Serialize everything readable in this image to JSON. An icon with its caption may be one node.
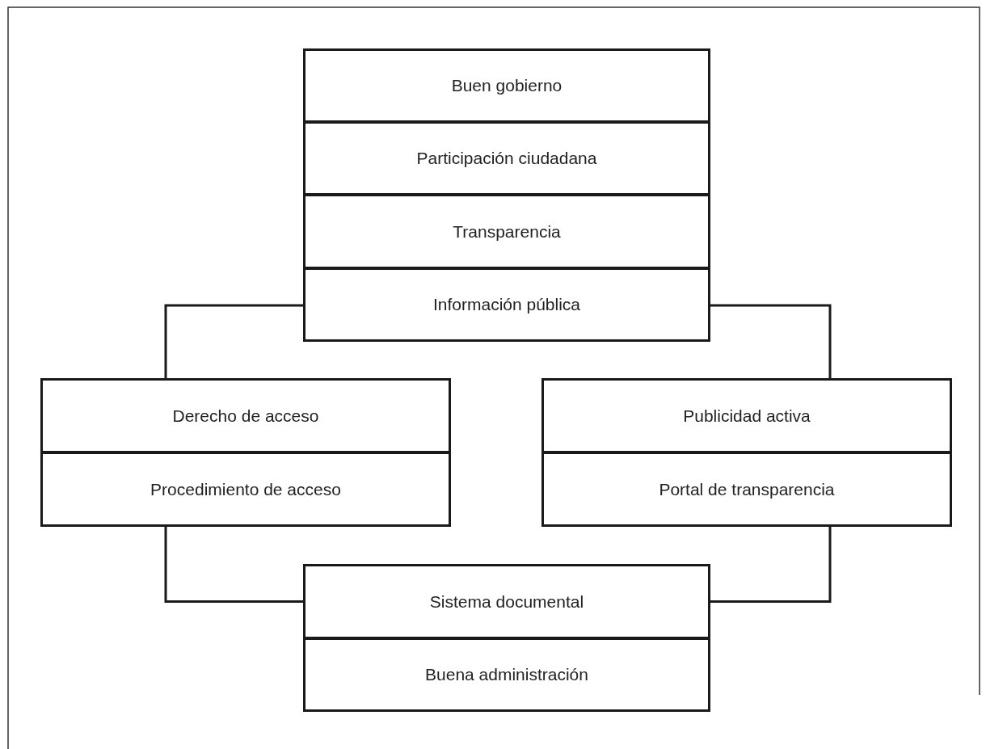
{
  "diagram": {
    "nodes": [
      {
        "text": [
          "Buen gobierno"
        ]
      },
      {
        "text": [
          "Participación ciudadana"
        ]
      },
      {
        "text": [
          "Transparencia"
        ]
      },
      {
        "text": [
          "Información pública"
        ]
      },
      {
        "text": [
          "Derecho de acceso"
        ]
      },
      {
        "text": [
          "Procedimiento de acceso"
        ]
      },
      {
        "text": [
          "Publicidad activa"
        ]
      },
      {
        "text": [
          "Portal de transparencia"
        ]
      },
      {
        "text": [
          "Sistema documental"
        ]
      },
      {
        "text": [
          "Buena administración"
        ]
      }
    ],
    "edges": [
      {
        "from": 3,
        "to": 4,
        "arrow": "none"
      },
      {
        "from": 3,
        "to": 6,
        "arrow": "none"
      },
      {
        "from": 5,
        "to": 8,
        "arrow": "none"
      },
      {
        "from": 7,
        "to": 8,
        "arrow": "none"
      }
    ]
  }
}
